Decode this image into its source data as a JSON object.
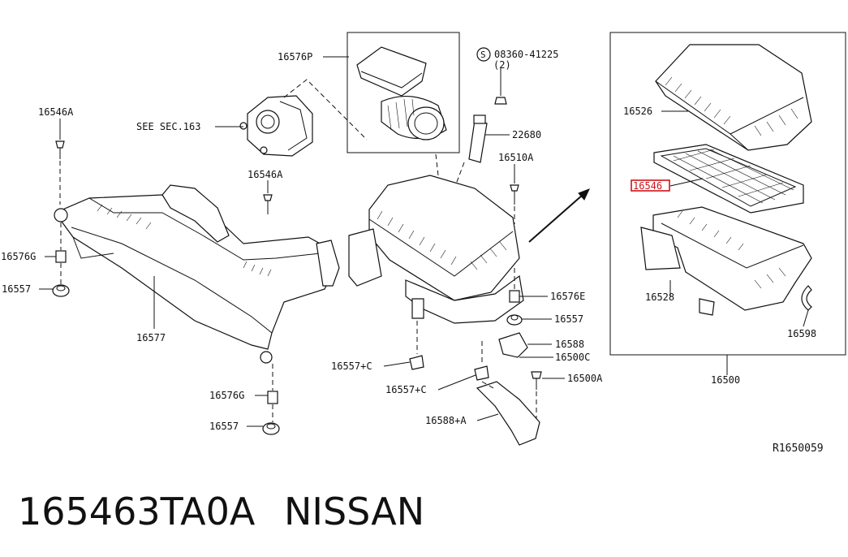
{
  "parts": {
    "p16546A_top": "16546A",
    "p16546A_mid": "16546A",
    "p16576P": "16576P",
    "p08360": "08360-41225",
    "p08360_qty": "(2)",
    "see_sec": "SEE SEC.163",
    "p22680": "22680",
    "p16510A": "16510A",
    "p16576G_left": "16576G",
    "p16557_left": "16557",
    "p16577": "16577",
    "p16576E": "16576E",
    "p16557_right": "16557",
    "p16588": "16588",
    "p16500C": "16500C",
    "p16557C_left": "16557+C",
    "p16557C_mid": "16557+C",
    "p16500A": "16500A",
    "p16576G_bottom": "16576G",
    "p16557_bottom": "16557",
    "p16588A": "16588+A",
    "p16526": "16526",
    "p16546_highlight": "16546",
    "p16528": "16528",
    "p16598": "16598",
    "p16500": "16500",
    "ref_code": "R1650059"
  },
  "caption": {
    "part_number": "165463TA0A",
    "brand": "NISSAN"
  },
  "highlight_color": "#d0121b"
}
